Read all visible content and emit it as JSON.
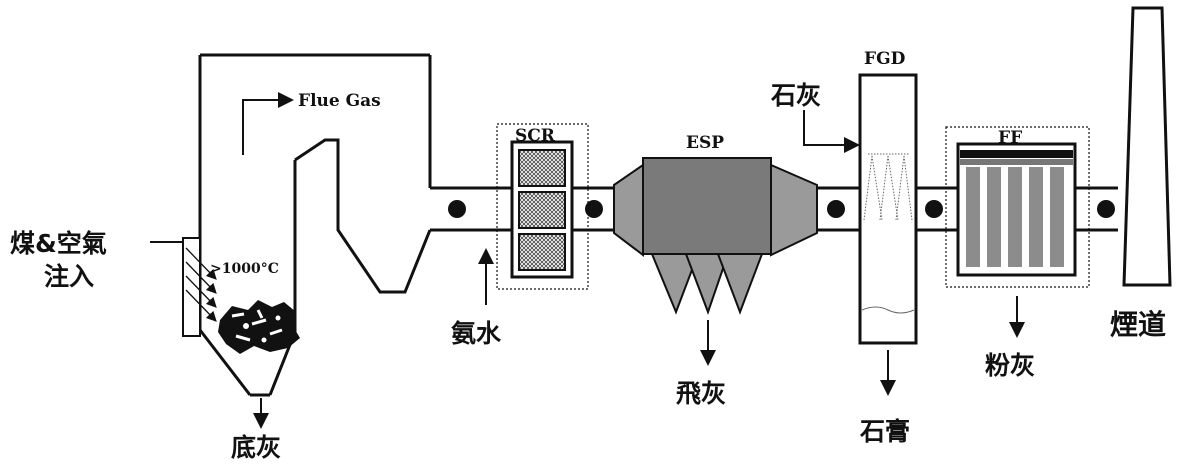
{
  "diagram": {
    "labels": {
      "flue_gas": "Flue Gas",
      "temperature": ">1000°C",
      "scr": "SCR",
      "esp": "ESP",
      "fgd": "FGD",
      "ff": "FF",
      "coal_air_line1": "煤&空氣",
      "coal_air_line2": "注入",
      "bottom_ash": "底灰",
      "ammonia_water": "氨水",
      "fly_ash": "飛灰",
      "lime": "石灰",
      "gypsum": "石膏",
      "powder_ash": "粉灰",
      "chimney": "煙道"
    },
    "colors": {
      "line": "#111111",
      "esp_body": "#7a7a7a",
      "esp_side": "#9a9a9a",
      "filter_bag": "#8c8c8c",
      "mesh": "#555555"
    }
  }
}
